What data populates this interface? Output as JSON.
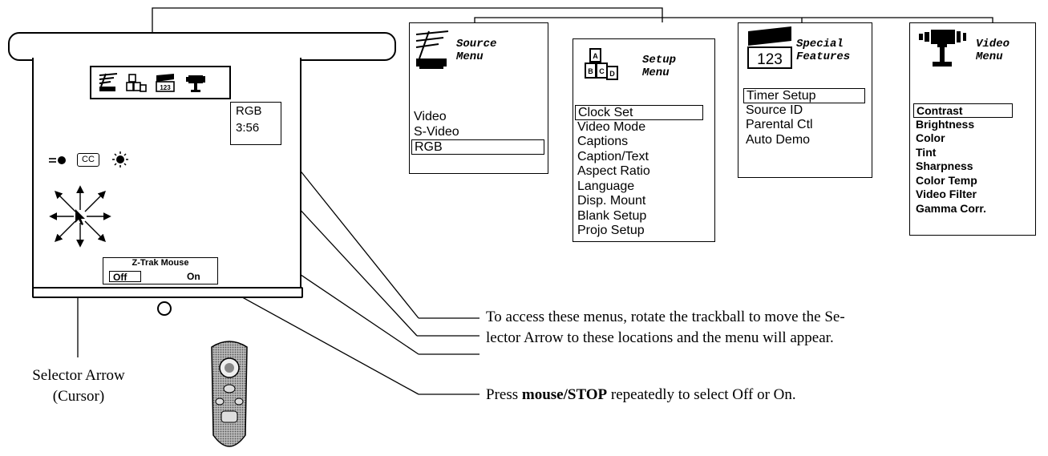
{
  "screen": {
    "status_line1": "RGB",
    "status_line2": "3:56",
    "cc_label": "CC",
    "ztrak_title": "Z-Trak Mouse",
    "ztrak_off": "Off",
    "ztrak_on": "On"
  },
  "menus": {
    "source": {
      "title1": "Source",
      "title2": "Menu",
      "items": [
        "Video",
        "S-Video",
        "RGB"
      ],
      "selected": 2
    },
    "setup": {
      "title1": "Setup",
      "title2": "Menu",
      "items": [
        "Clock Set",
        "Video Mode",
        "Captions",
        "Caption/Text",
        "Aspect Ratio",
        "Language",
        "Disp. Mount",
        "Blank Setup",
        "Projo Setup"
      ],
      "selected": 0
    },
    "special": {
      "icon_number": "123",
      "title1": "Special",
      "title2": "Features",
      "items": [
        "Timer Setup",
        "Source ID",
        "Parental Ctl",
        "Auto Demo"
      ],
      "selected": 0
    },
    "video": {
      "title1": "Video",
      "title2": "Menu",
      "items": [
        "Contrast",
        "Brightness",
        "Color",
        "Tint",
        "Sharpness",
        "Color Temp",
        "Video Filter",
        "Gamma Corr."
      ],
      "selected": 0
    }
  },
  "captions": {
    "menus_access_line1": "To access these menus, rotate the trackball to move the Se-",
    "menus_access_line2": "lector Arrow to these locations and the menu will appear.",
    "press_prefix": "Press ",
    "press_bold": "mouse/STOP",
    "press_suffix": " repeatedly to select Off or On.",
    "selector_line1": "Selector Arrow",
    "selector_line2": "(Cursor)"
  }
}
